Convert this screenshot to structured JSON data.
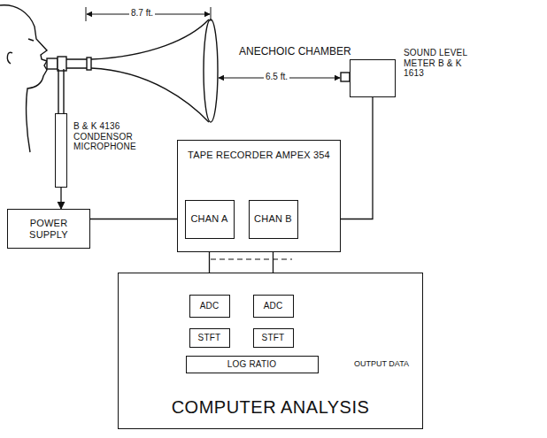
{
  "diagram": {
    "nodes": [
      {
        "text": [
          "SOUND LEVEL METER B & K 1613"
        ]
      },
      {
        "text": [
          "B & K 4136 CONDENSOR MICROPHONE"
        ]
      },
      {
        "text": [
          "POWER SUPPLY"
        ]
      },
      {
        "text": [
          "TAPE RECORDER AMPEX 354"
        ]
      },
      {
        "text": [
          "CHAN A"
        ],
        "in": 3
      },
      {
        "text": [
          "CHAN B"
        ],
        "in": 3
      },
      {
        "text": [
          "COMPUTER ANALYSIS"
        ]
      },
      {
        "text": [
          "ADC"
        ],
        "in": 6
      },
      {
        "text": [
          "ADC"
        ],
        "in": 6
      },
      {
        "text": [
          "STFT"
        ],
        "in": 6
      },
      {
        "text": [
          "STFT"
        ],
        "in": 6
      },
      {
        "text": [
          "LOG RATIO"
        ],
        "in": 6
      }
    ],
    "edges": [
      {
        "from": 1,
        "to": 2,
        "arrow": "to"
      },
      {
        "from": 2,
        "to": 4,
        "arrow": "to"
      },
      {
        "from": 0,
        "to": 5,
        "arrow": "to"
      },
      {
        "from": 4,
        "to": 7,
        "arrow": "to"
      },
      {
        "from": 5,
        "to": 8,
        "arrow": "to"
      },
      {
        "from": 7,
        "to": 9,
        "arrow": "none"
      },
      {
        "from": 8,
        "to": 10,
        "arrow": "none"
      },
      {
        "from": 9,
        "to": 11,
        "arrow": "none"
      },
      {
        "from": 10,
        "to": 11,
        "arrow": "none"
      }
    ],
    "labels": [
      "8.7 ft.",
      "ANECHOIC CHAMBER",
      "6.5 ft.",
      "OUTPUT DATA"
    ]
  }
}
